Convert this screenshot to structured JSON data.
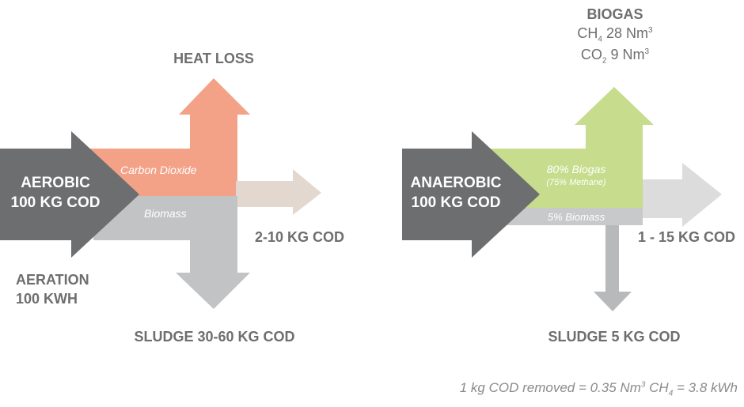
{
  "aerobic": {
    "title_line1": "AEROBIC",
    "title_line2": "100 KG COD",
    "heat_loss": "HEAT LOSS",
    "carbon_dioxide": "Carbon Dioxide",
    "biomass": "Biomass",
    "effluent": "2-10 KG COD",
    "aeration_line1": "AERATION",
    "aeration_line2": "100 KWH",
    "sludge": "SLUDGE 30-60 KG COD"
  },
  "anaerobic": {
    "title_line1": "ANAEROBIC",
    "title_line2": "100 KG COD",
    "biogas_title": "BIOGAS",
    "ch4_prefix": "CH",
    "ch4_sub": "4",
    "ch4_value": " 28 Nm",
    "ch4_sup": "3",
    "co2_prefix": "CO",
    "co2_sub": "2",
    "co2_value": " 9 Nm",
    "co2_sup": "3",
    "biogas_pct": "80% Biogas",
    "methane_pct": "(75% Methane)",
    "biomass_pct": "5% Biomass",
    "effluent": "1 - 15 KG COD",
    "sludge": "SLUDGE 5 KG COD"
  },
  "formula": {
    "part1": "1 kg COD removed = 0.35 Nm",
    "sup": "3",
    "part2": " CH",
    "sub": "4",
    "part3": " = 3.8 kWh"
  },
  "colors": {
    "dark_grey": "#6d6e70",
    "medium_grey": "#b6b7b9",
    "light_grey": "#d9d9da",
    "salmon": "#f3a287",
    "effluent_beige": "#e2d8cf",
    "green": "#c7dc8c",
    "text_grey": "#6d6e70",
    "white": "#ffffff"
  }
}
